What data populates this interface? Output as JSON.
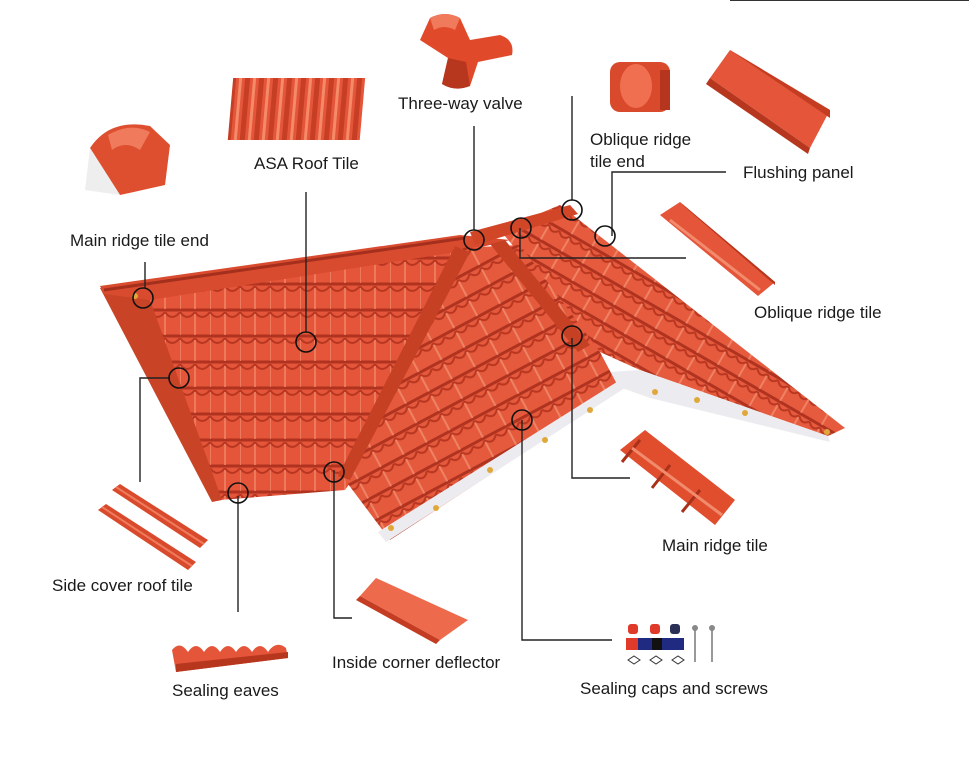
{
  "labels": {
    "three_way_valve": "Three-way valve",
    "asa_roof_tile": "ASA Roof Tile",
    "oblique_ridge_tile_end_1": "Oblique ridge",
    "oblique_ridge_tile_end_2": "tile end",
    "flushing_panel": "Flushing panel",
    "main_ridge_tile_end": "Main ridge tile end",
    "oblique_ridge_tile": "Oblique ridge tile",
    "main_ridge_tile": "Main ridge tile",
    "side_cover_roof_tile": "Side cover roof tile",
    "inside_corner_deflector": "Inside corner deflector",
    "sealing_eaves": "Sealing eaves",
    "sealing_caps_and_screws": "Sealing caps and screws"
  },
  "colors": {
    "tile": "#e4553a",
    "tile_dark": "#b93620",
    "tile_light": "#f07a5c",
    "line": "#222222",
    "fascia": "#e9e9ee"
  }
}
